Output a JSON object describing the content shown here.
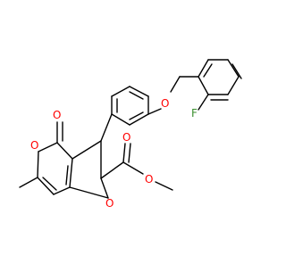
{
  "molecule": {
    "atom_labels": {
      "fluorine": "F",
      "ether_oxygen": "O",
      "ketone_oxygen": "O",
      "pyran_ring_oxygen": "O",
      "furan_ring_oxygen": "O",
      "ester_carbonyl_oxygen": "O",
      "ester_oxygen": "O"
    },
    "colors": {
      "bond": "#000000",
      "oxygen": "#ff0000",
      "fluorine": "#3a8f2f",
      "background": "#ffffff"
    }
  }
}
